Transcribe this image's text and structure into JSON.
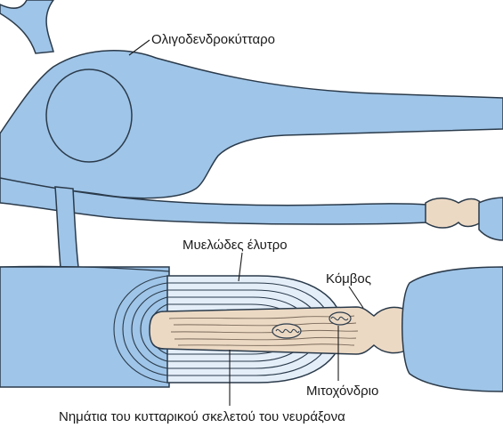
{
  "labels": {
    "oligodendrocyte": "Ολιγοδενδροκύτταρο",
    "myelin_sheath": "Μυελώδες έλυτρο",
    "node": "Κόμβος",
    "mitochondrion": "Μιτοχόνδριο",
    "cytoskeleton": "Νημάτια του κυτταρικού σκελετού του νευράξονα"
  },
  "colors": {
    "cell_blue": "#9fc5e8",
    "cell_blue_light": "#c9dcf2",
    "myelin_pale": "#e4eef9",
    "axon_beige": "#ecd9c4",
    "outline": "#2a3a4a"
  }
}
